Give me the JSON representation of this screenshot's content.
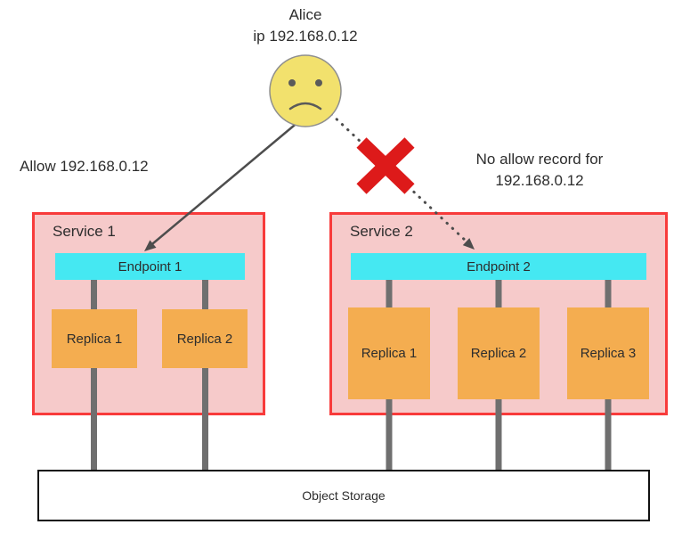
{
  "actor": {
    "name": "Alice",
    "ip_line": "ip 192.168.0.12"
  },
  "labels": {
    "allow": "Allow 192.168.0.12",
    "no_allow_line1": "No allow record for",
    "no_allow_line2": "192.168.0.12"
  },
  "services": [
    {
      "label": "Service 1",
      "endpoint": "Endpoint 1",
      "replicas": [
        "Replica 1",
        "Replica 2"
      ]
    },
    {
      "label": "Service 2",
      "endpoint": "Endpoint 2",
      "replicas": [
        "Replica 1",
        "Replica 2",
        "Replica 3"
      ]
    }
  ],
  "storage": {
    "label": "Object Storage"
  },
  "icons": {
    "face": "sad-face-icon",
    "blocked": "blocked-x-icon"
  },
  "colors": {
    "service_fill": "#f6caca",
    "service_border": "#f83b3b",
    "endpoint_fill": "#45e8f2",
    "replica_fill": "#f4ad50",
    "face_fill": "#f2e16d",
    "face_stroke": "#8f8f8f",
    "line_gray": "#6f6f6f",
    "arrow_gray": "#4d4d4d",
    "x_red": "#dd1a1a",
    "storage_border": "#111111",
    "text": "#2d2d2d"
  }
}
